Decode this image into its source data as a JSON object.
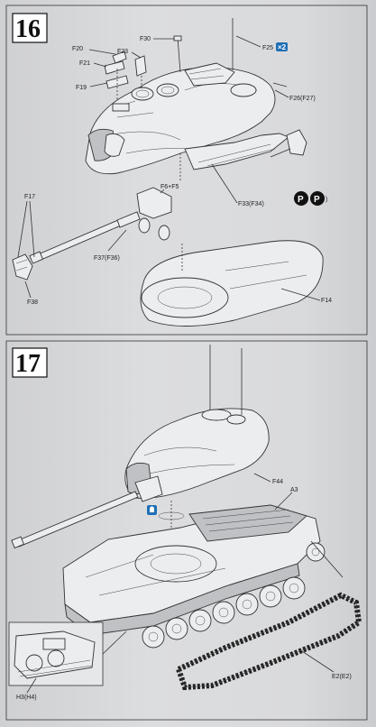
{
  "steps": [
    {
      "number": "16",
      "callouts": {
        "f30": "F30",
        "f20": "F20",
        "f23": "F23",
        "f21": "F21",
        "f19": "F19",
        "f25": "F25",
        "f25_qty": "×2",
        "f26": "F26(F27)",
        "f6f5": "F6+F5",
        "f17": "F17",
        "f33": "F33(F34)",
        "f37": "F37(F36)",
        "f38": "F38",
        "f14": "F14",
        "photo_etch": "P"
      }
    },
    {
      "number": "17",
      "callouts": {
        "f44": "F44",
        "a3": "A3",
        "e2": "E2(E2)",
        "h3": "H3(H4)",
        "glue_icon": "glue-marker"
      }
    }
  ],
  "colors": {
    "paper": "#d9dadc",
    "ink": "#222222",
    "accent_blue": "#1f6fb5"
  }
}
